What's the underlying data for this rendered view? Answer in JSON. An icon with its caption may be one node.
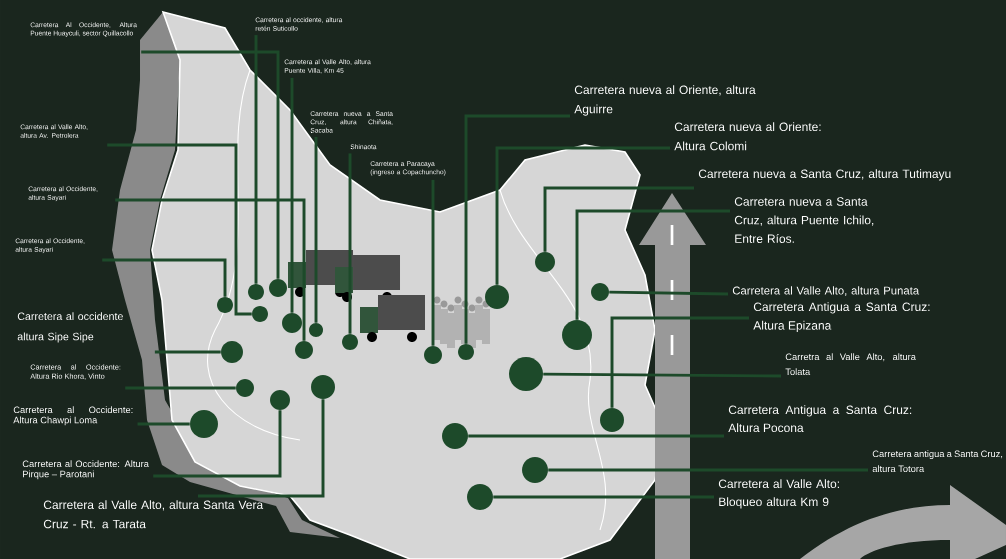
{
  "diagram": {
    "nodes": [
      {
        "text": [
          "Carretera Al Occidente, Altura Puente Huayculi, sector Quillacollo"
        ]
      },
      {
        "text": [
          "Carretera al occidente, altura retén Suticollo"
        ]
      },
      {
        "text": [
          "Carretera al Valle Alto, altura Puente Villa, Km 45"
        ]
      },
      {
        "text": [
          "Carretera nueva a Santa Cruz, altura Chiñata, Sacaba"
        ]
      },
      {
        "text": [
          "Shinaota"
        ]
      },
      {
        "text": [
          "Carretera a Paracaya (ingreso a Copachuncho)"
        ]
      },
      {
        "text": [
          "Carretera al Valle Alto, altura Av. Petrolera"
        ]
      },
      {
        "text": [
          "Carretera al Occidente, altura Sayari"
        ]
      },
      {
        "text": [
          "Carretera al Occidente, altura Sayari"
        ]
      },
      {
        "text": [
          "Carretera al occidente altura Sipe Sipe"
        ]
      },
      {
        "text": [
          "Carretera al Occidente: Altura Rio Khora, Vinto"
        ]
      },
      {
        "text": [
          "Carretera al Occidente: Altura Chawpi Loma"
        ]
      },
      {
        "text": [
          "Carretera al Occidente: Altura Pirque – Parotani"
        ]
      },
      {
        "text": [
          "Carretera al Valle Alto, altura Santa Vera Cruz - Rt. a Tarata"
        ]
      },
      {
        "text": [
          "Carretera nueva al Oriente, altura Aguirre"
        ]
      },
      {
        "text": [
          "Carretera nueva al Oriente: Altura Colomi"
        ]
      },
      {
        "text": [
          "Carretera nueva a Santa Cruz, altura Tutimayu"
        ]
      },
      {
        "text": [
          "Carretera nueva a Santa Cruz, altura Puente Ichilo, Entre Ríos."
        ]
      },
      {
        "text": [
          "Carretera al Valle Alto, altura Punata"
        ]
      },
      {
        "text": [
          "Carretera Antigua a Santa Cruz: Altura Epizana"
        ]
      },
      {
        "text": [
          "Carretra al Valle Alto, altura Tolata"
        ]
      },
      {
        "text": [
          "Carretera Antigua a Santa Cruz: Altura Pocona"
        ]
      },
      {
        "text": [
          "Carretera antigua a Santa Cruz, altura Totora"
        ]
      },
      {
        "text": [
          "Carretera al Valle Alto: Bloqueo altura Km 9"
        ]
      },
      {
        "text": [],
        "shape": "circle"
      },
      {
        "text": [],
        "shape": "circle"
      },
      {
        "text": [],
        "shape": "circle"
      },
      {
        "text": [],
        "shape": "circle"
      },
      {
        "text": [],
        "shape": "circle"
      },
      {
        "text": [],
        "shape": "circle"
      },
      {
        "text": [],
        "shape": "circle"
      },
      {
        "text": [],
        "shape": "circle"
      },
      {
        "text": [],
        "shape": "circle"
      },
      {
        "text": [],
        "shape": "circle"
      },
      {
        "text": [],
        "shape": "circle"
      },
      {
        "text": [],
        "shape": "circle"
      },
      {
        "text": [],
        "shape": "circle"
      },
      {
        "text": [],
        "shape": "circle"
      },
      {
        "text": [],
        "shape": "circle"
      },
      {
        "text": [],
        "shape": "circle"
      },
      {
        "text": [],
        "shape": "circle"
      },
      {
        "text": [],
        "shape": "circle"
      },
      {
        "text": [],
        "shape": "circle"
      },
      {
        "text": [],
        "shape": "circle"
      },
      {
        "text": [],
        "shape": "circle"
      },
      {
        "text": [],
        "shape": "circle"
      },
      {
        "text": [],
        "shape": "circle"
      },
      {
        "text": [],
        "shape": "circle"
      }
    ],
    "edges": [
      {
        "from": 0,
        "to": 30,
        "arrow": "none"
      },
      {
        "from": 1,
        "to": 28,
        "arrow": "none"
      },
      {
        "from": 2,
        "to": 32,
        "arrow": "none"
      },
      {
        "from": 3,
        "to": 34,
        "arrow": "none"
      },
      {
        "from": 4,
        "to": 36,
        "arrow": "none"
      },
      {
        "from": 5,
        "to": 37,
        "arrow": "none"
      },
      {
        "from": 6,
        "to": 29,
        "arrow": "none"
      },
      {
        "from": 7,
        "to": 33,
        "arrow": "none"
      },
      {
        "from": 8,
        "to": 25,
        "arrow": "none"
      },
      {
        "from": 9,
        "to": 26,
        "arrow": "none"
      },
      {
        "from": 10,
        "to": 27,
        "arrow": "none"
      },
      {
        "from": 11,
        "to": 24,
        "arrow": "none"
      },
      {
        "from": 12,
        "to": 31,
        "arrow": "none"
      },
      {
        "from": 13,
        "to": 35,
        "arrow": "none"
      },
      {
        "from": 14,
        "to": 39,
        "arrow": "none"
      },
      {
        "from": 15,
        "to": 41,
        "arrow": "none"
      },
      {
        "from": 16,
        "to": 44,
        "arrow": "none"
      },
      {
        "from": 17,
        "to": 45,
        "arrow": "none"
      },
      {
        "from": 18,
        "to": 46,
        "arrow": "none"
      },
      {
        "from": 19,
        "to": 47,
        "arrow": "none"
      },
      {
        "from": 20,
        "to": 42,
        "arrow": "none"
      },
      {
        "from": 21,
        "to": 38,
        "arrow": "none"
      },
      {
        "from": 22,
        "to": 43,
        "arrow": "none"
      },
      {
        "from": 23,
        "to": 40,
        "arrow": "none"
      }
    ]
  }
}
